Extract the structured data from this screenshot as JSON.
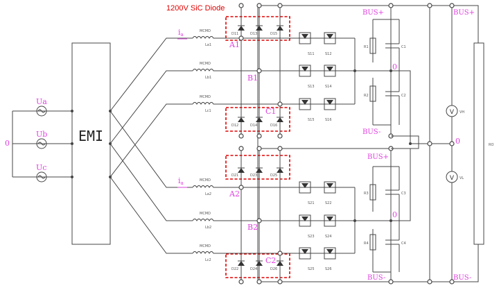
{
  "annotation": {
    "label": "1200V SiC Diode",
    "color": "#e00000"
  },
  "inputs": {
    "neutral": "0",
    "phases": [
      "Ua",
      "Ub",
      "Uc"
    ]
  },
  "emi": {
    "label": "EMI"
  },
  "inductors": {
    "mode_tag": "MCMD",
    "upper_current": "i",
    "upper_current_sub": "a",
    "lower_current": "i",
    "lower_current_sub": "a",
    "upper": [
      "La1",
      "Lb1",
      "Lc1"
    ],
    "lower": [
      "La2",
      "Lb2",
      "Lc2"
    ]
  },
  "nodes": {
    "upper": [
      "A1",
      "B1",
      "C1"
    ],
    "lower": [
      "A2",
      "B2",
      "C2"
    ]
  },
  "diodes": {
    "upper_top": [
      "D11",
      "D13",
      "D15"
    ],
    "upper_bottom": [
      "D12",
      "D14",
      "D16"
    ],
    "lower_top": [
      "D21",
      "D23",
      "D25"
    ],
    "lower_bottom": [
      "D22",
      "D24",
      "D26"
    ]
  },
  "switches": {
    "upper": [
      "S11",
      "S12",
      "S13",
      "S14",
      "S15",
      "S16"
    ],
    "lower": [
      "S21",
      "S22",
      "S23",
      "S24",
      "S25",
      "S26"
    ]
  },
  "dc_link": {
    "upper_resistors": [
      "R1",
      "R2"
    ],
    "upper_caps": [
      "C1",
      "C2"
    ],
    "lower_resistors": [
      "R3",
      "R4"
    ],
    "lower_caps": [
      "C3",
      "C4"
    ],
    "midpoint": "0"
  },
  "bus": {
    "upper_plus": "BUS+",
    "upper_minus": "BUS-",
    "lower_plus": "BUS+",
    "lower_minus": "BUS-",
    "out_plus": "BUS+",
    "out_minus": "BUS-",
    "out_mid": "0"
  },
  "meters": {
    "high": "VH",
    "low": "VL",
    "symbol": "V"
  },
  "load": {
    "label": "RO"
  }
}
